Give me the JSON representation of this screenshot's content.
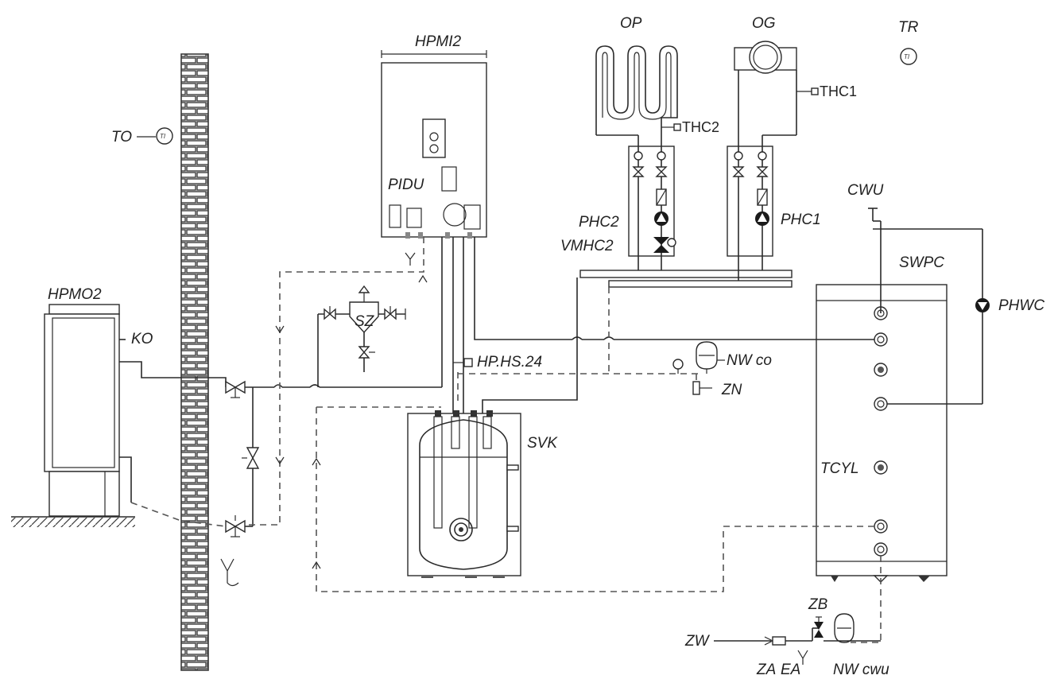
{
  "labels": {
    "hpmi2": "HPMI2",
    "op": "OP",
    "og": "OG",
    "tr": "TR",
    "to": "TO",
    "thc2": "THC2",
    "thc1": "THC1",
    "pidu": "PIDU",
    "cwu": "CWU",
    "phc2": "PHC2",
    "vmhc2": "VMHC2",
    "phc1": "PHC1",
    "swpc": "SWPC",
    "hpmo2": "HPMO2",
    "ko": "KO",
    "sz": "SZ",
    "phwc": "PHWC",
    "hp_hs_24": "HP.HS.24",
    "nw_co": "NW co",
    "zn": "ZN",
    "svk": "SVK",
    "tcyl": "TCYL",
    "zb": "ZB",
    "zw": "ZW",
    "za": "ZA",
    "ea": "EA",
    "nw_cwu": "NW cwu",
    "ti": "TI"
  },
  "colors": {
    "line": "#2a2a2a",
    "dashed": "#555555",
    "brick": "#3a3a3a",
    "background": "#ffffff"
  }
}
